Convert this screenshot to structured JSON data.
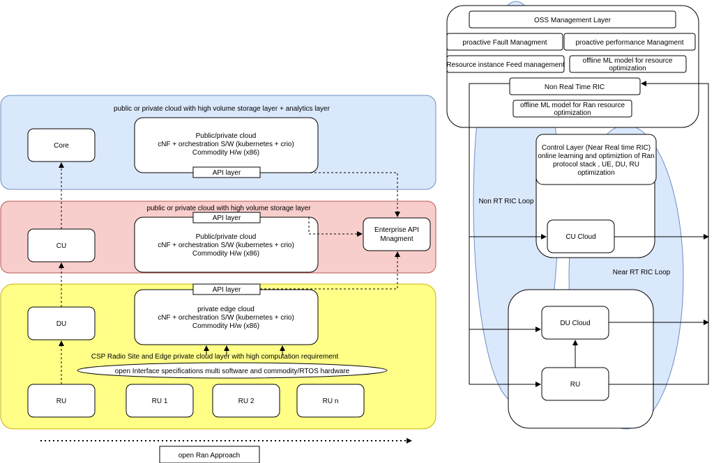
{
  "left": {
    "cloud_layer_title": "public or private cloud with high volume storage layer + analytics layer",
    "core": "Core",
    "public_cloud_top": [
      "Public/private cloud",
      "cNF + orchestration S/W (kubernetes + crio)",
      "Commodity H/w (x86)"
    ],
    "api_layer_1": "API layer",
    "storage_layer_title": "public or private cloud with high volume storage layer",
    "api_layer_2": "API layer",
    "cu": "CU",
    "public_cloud_mid": [
      "Public/private cloud",
      "cNF + orchestration S/W (kubernetes + crio)",
      "Commodity H/w (x86)"
    ],
    "enterprise_api": [
      "Enterprise API",
      "Mnagment"
    ],
    "api_layer_3": "API layer",
    "du": "DU",
    "edge_cloud": [
      "private edge  cloud",
      "cNF + orchestration S/W (kubernetes + crio)",
      "Commodity H/w (x86)"
    ],
    "csp_layer_title": "CSP Radio Site and Edge private cloud layer with high computation requirement",
    "open_interface": "open Interface specifications multi software and commodity/RTOS hardware",
    "ru": "RU",
    "ru1": "RU 1",
    "ru2": "RU 2",
    "run": "RU n",
    "approach": "open Ran Approach"
  },
  "right": {
    "oss_layer": "OSS Management Layer",
    "fault_mgmt": "proactive Fault  Managment",
    "perf_mgmt": "proactive performance Managment",
    "resource_feed": "Resource instance Feed management",
    "offline_ml_resource": [
      "offline ML model for resource",
      "optimization"
    ],
    "non_rt_ric": "Non Real Time RIC",
    "offline_ml_ran": [
      "offline ML model for Ran  resource",
      "optimization"
    ],
    "control_layer": [
      "Control Layer (Near Real time RIC)",
      "online learning and optimiztion of Ran",
      "protocol stack , UE, DU, RU",
      "optimization"
    ],
    "non_rt_loop": "Non RT RIC Loop",
    "cu_cloud": "CU Cloud",
    "near_rt_loop": "Near RT RIC Loop",
    "du_cloud": "DU Cloud",
    "ru": "RU"
  },
  "colors": {
    "blue_layer": "#dae8fc",
    "red_layer": "#f8cecc",
    "yellow_layer": "#ffff88",
    "loop_blue": "#dae8fc"
  }
}
